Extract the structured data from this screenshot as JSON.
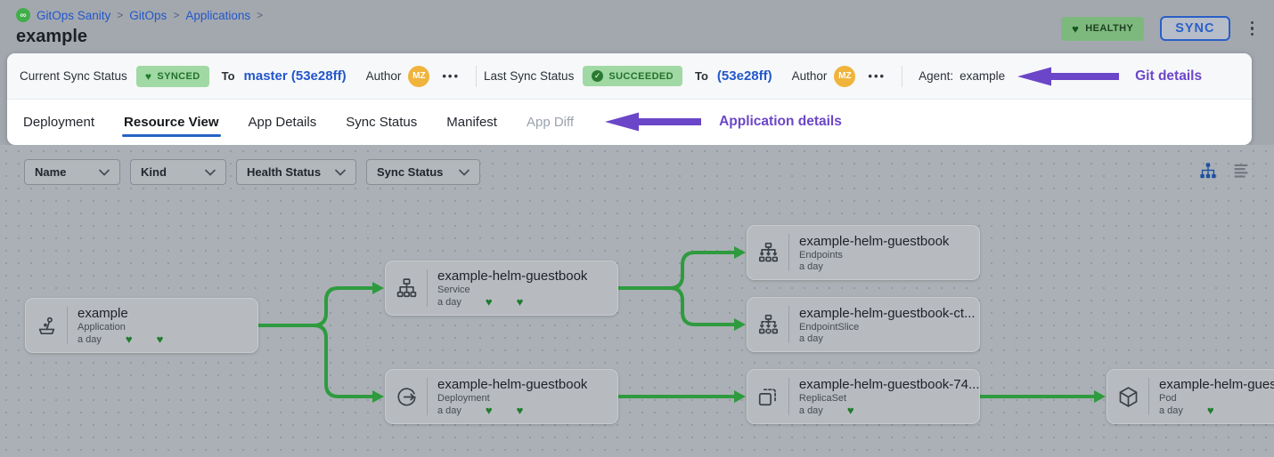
{
  "colors": {
    "accent_blue": "#2257c9",
    "status_green_bg": "#a0d9a3",
    "status_green_text": "#23702b",
    "edge_green": "#2e9b3e",
    "heart_green": "#1e7c2c",
    "annotation_purple": "#6b46c8",
    "avatar_orange": "#f0b43c"
  },
  "header": {
    "breadcrumb": {
      "logo_icon": "gitops-runtime-icon",
      "logo_glyph": "∞",
      "separator": ">",
      "items": [
        {
          "label": "GitOps Sanity"
        },
        {
          "label": "GitOps"
        },
        {
          "label": "Applications"
        }
      ]
    },
    "title": "example",
    "health_badge": {
      "icon": "heart-icon",
      "label": "HEALTHY"
    },
    "sync_button": "SYNC",
    "kebab_menu_icon": "kebab-menu-icon"
  },
  "sync_bar": {
    "current": {
      "label": "Current Sync Status",
      "badge": "SYNCED",
      "badge_icon": "heart-icon",
      "to_label": "To",
      "revision": "master (53e28ff)",
      "author_label": "Author",
      "avatar_initials": "MZ",
      "more": "•••"
    },
    "last": {
      "label": "Last Sync Status",
      "badge": "SUCCEEDED",
      "badge_icon": "check-circle-icon",
      "check_glyph": "✓",
      "to_label": "To",
      "revision": "(53e28ff)",
      "author_label": "Author",
      "avatar_initials": "MZ",
      "more": "•••"
    },
    "agent_label": "Agent:",
    "agent_value": "example",
    "annotation": "Git details"
  },
  "tabs": {
    "items": [
      {
        "label": "Deployment",
        "state": "normal"
      },
      {
        "label": "Resource View",
        "state": "active"
      },
      {
        "label": "App Details",
        "state": "normal"
      },
      {
        "label": "Sync Status",
        "state": "normal"
      },
      {
        "label": "Manifest",
        "state": "normal"
      },
      {
        "label": "App Diff",
        "state": "disabled"
      }
    ],
    "annotation": "Application details"
  },
  "filters": [
    {
      "label": "Name"
    },
    {
      "label": "Kind"
    },
    {
      "label": "Health Status"
    },
    {
      "label": "Sync Status"
    }
  ],
  "view_toggle": {
    "tree": "tree-view-icon",
    "list": "list-view-icon"
  },
  "graph": {
    "nodes": [
      {
        "id": "app",
        "name": "example",
        "kind": "Application",
        "age": "a day",
        "hearts": 2,
        "icon": "application-icon"
      },
      {
        "id": "svc",
        "name": "example-helm-guestbook",
        "kind": "Service",
        "age": "a day",
        "hearts": 2,
        "icon": "service-icon"
      },
      {
        "id": "deploy",
        "name": "example-helm-guestbook",
        "kind": "Deployment",
        "age": "a day",
        "hearts": 2,
        "icon": "deployment-icon"
      },
      {
        "id": "ep",
        "name": "example-helm-guestbook",
        "kind": "Endpoints",
        "age": "a day",
        "hearts": 0,
        "icon": "endpoints-icon"
      },
      {
        "id": "eps",
        "name": "example-helm-guestbook-ct...",
        "kind": "EndpointSlice",
        "age": "a day",
        "hearts": 0,
        "icon": "endpointslice-icon"
      },
      {
        "id": "rs",
        "name": "example-helm-guestbook-74...",
        "kind": "ReplicaSet",
        "age": "a day",
        "hearts": 1,
        "icon": "replicaset-icon"
      },
      {
        "id": "pod",
        "name": "example-helm-guest",
        "kind": "Pod",
        "age": "a day",
        "hearts": 1,
        "icon": "pod-icon"
      }
    ],
    "edges": [
      {
        "from": "app",
        "to": "svc"
      },
      {
        "from": "app",
        "to": "deploy"
      },
      {
        "from": "svc",
        "to": "ep"
      },
      {
        "from": "svc",
        "to": "eps"
      },
      {
        "from": "deploy",
        "to": "rs"
      },
      {
        "from": "rs",
        "to": "pod"
      }
    ]
  }
}
